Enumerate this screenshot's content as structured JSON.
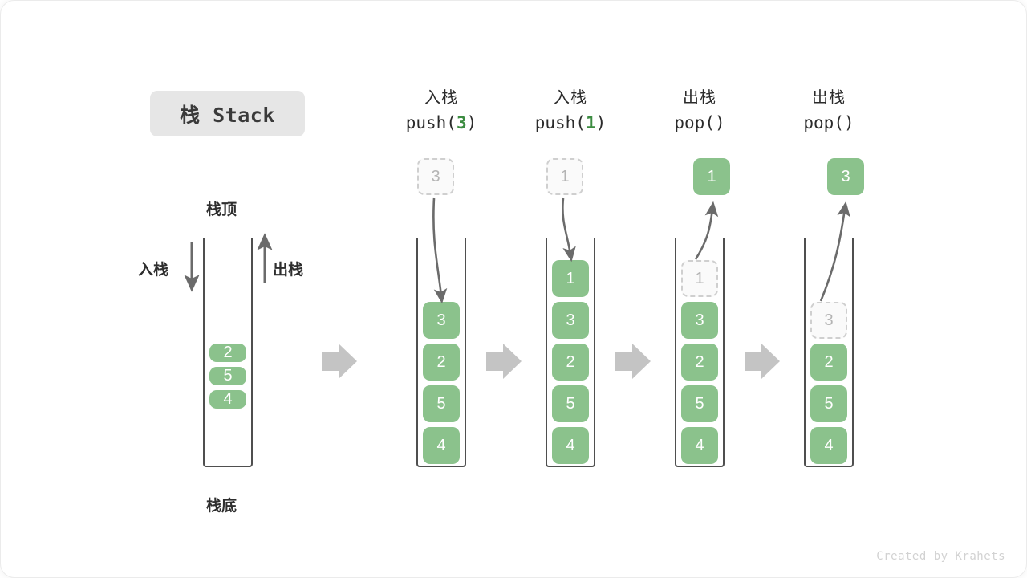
{
  "title": {
    "text": "栈 Stack"
  },
  "labels": {
    "top": "栈顶",
    "bottom": "栈底",
    "push_side": "入栈",
    "pop_side": "出栈"
  },
  "footer": {
    "credit": "Created by Krahets"
  },
  "colors": {
    "cell_green": "#8bc28c",
    "cell_text": "#ffffff",
    "ghost_fill": "#fafafa",
    "ghost_border": "#cfcfcf",
    "ghost_text": "#b4b4b4",
    "accent_green_text": "#3c8c41",
    "container_stroke": "#4f4f4f",
    "block_arrow": "#c4c4c4",
    "badge_bg": "#e6e6e6",
    "text_dark": "#2b2b2b",
    "footer_text": "#d2d2d2"
  },
  "steps": [
    {
      "name": "initial",
      "header_cn": "",
      "header_code": "",
      "code_prefix": "",
      "code_arg": "",
      "code_suffix": "",
      "float_box": null,
      "cells": [
        "2",
        "5",
        "4"
      ],
      "ghost_index": -1
    },
    {
      "name": "push-3",
      "header_cn": "入栈",
      "code_prefix": "push(",
      "code_arg": "3",
      "code_suffix": ")",
      "float_box": {
        "value": "3",
        "style": "ghost"
      },
      "cells": [
        "3",
        "2",
        "5",
        "4"
      ],
      "ghost_index": -1
    },
    {
      "name": "push-1",
      "header_cn": "入栈",
      "code_prefix": "push(",
      "code_arg": "1",
      "code_suffix": ")",
      "float_box": {
        "value": "1",
        "style": "ghost"
      },
      "cells": [
        "1",
        "3",
        "2",
        "5",
        "4"
      ],
      "ghost_index": -1
    },
    {
      "name": "pop-1",
      "header_cn": "出栈",
      "code_prefix": "pop()",
      "code_arg": "",
      "code_suffix": "",
      "float_box": {
        "value": "1",
        "style": "solid"
      },
      "cells": [
        "1",
        "3",
        "2",
        "5",
        "4"
      ],
      "ghost_index": 0
    },
    {
      "name": "pop-3",
      "header_cn": "出栈",
      "code_prefix": "pop()",
      "code_arg": "",
      "code_suffix": "",
      "float_box": {
        "value": "3",
        "style": "solid"
      },
      "cells": [
        "3",
        "2",
        "5",
        "4"
      ],
      "ghost_index": 0
    }
  ],
  "block_arrows": [
    {
      "name": "block-arrow-1"
    },
    {
      "name": "block-arrow-2"
    },
    {
      "name": "block-arrow-3"
    },
    {
      "name": "block-arrow-4"
    }
  ]
}
